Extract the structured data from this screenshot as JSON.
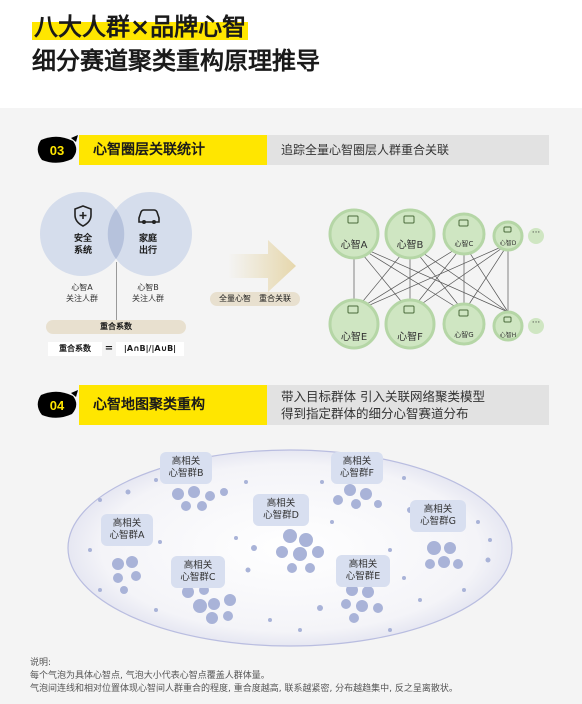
{
  "header": {
    "title_line1": "八大人群×品牌心智",
    "title_line2": "细分赛道聚类重构原理推导"
  },
  "section3": {
    "badge": "03",
    "title": "心智圈层关联统计",
    "desc": "追踪全量心智圈层人群重合关联",
    "venn": {
      "left_label_1": "安全",
      "left_label_2": "系统",
      "right_label_1": "家庭",
      "right_label_2": "出行",
      "left_sub_1": "心智A",
      "left_sub_2": "关注人群",
      "right_sub_1": "心智B",
      "right_sub_2": "关注人群",
      "overlap_pill": "重合系数",
      "formula_left": "重合系数",
      "formula_eq": "=",
      "formula_right": "|A∩B|/|A∪B|"
    },
    "arrow_label": "全量心智　重合关联",
    "nodes_top": [
      "心智A",
      "心智B",
      "心智C",
      "心智D",
      "···"
    ],
    "nodes_bottom": [
      "心智E",
      "心智F",
      "心智G",
      "心智H",
      "···"
    ]
  },
  "section4": {
    "badge": "04",
    "title": "心智地图聚类重构",
    "desc_line1": "带入目标群体 引入关联网络聚类模型",
    "desc_line2": "得到指定群体的细分心智赛道分布",
    "clusters": [
      {
        "l1": "高相关",
        "l2": "心智群B"
      },
      {
        "l1": "高相关",
        "l2": "心智群F"
      },
      {
        "l1": "高相关",
        "l2": "心智群D"
      },
      {
        "l1": "高相关",
        "l2": "心智群A"
      },
      {
        "l1": "高相关",
        "l2": "心智群G"
      },
      {
        "l1": "高相关",
        "l2": "心智群C"
      },
      {
        "l1": "高相关",
        "l2": "心智群E"
      }
    ]
  },
  "notes": {
    "line1": "说明:",
    "line2": "每个气泡为具体心智点, 气泡大小代表心智点覆盖人群体量。",
    "line3": "气泡间连线和相对位置体现心智间人群重合的程度, 重合度越高, 联系越紧密, 分布越趋集中, 反之呈离散状。"
  },
  "colors": {
    "accent_yellow": "#ffe600",
    "node_green": "#cfe6c2",
    "bubble_blue": "#a9b3d8",
    "panel_grey": "#f4f4f4"
  }
}
